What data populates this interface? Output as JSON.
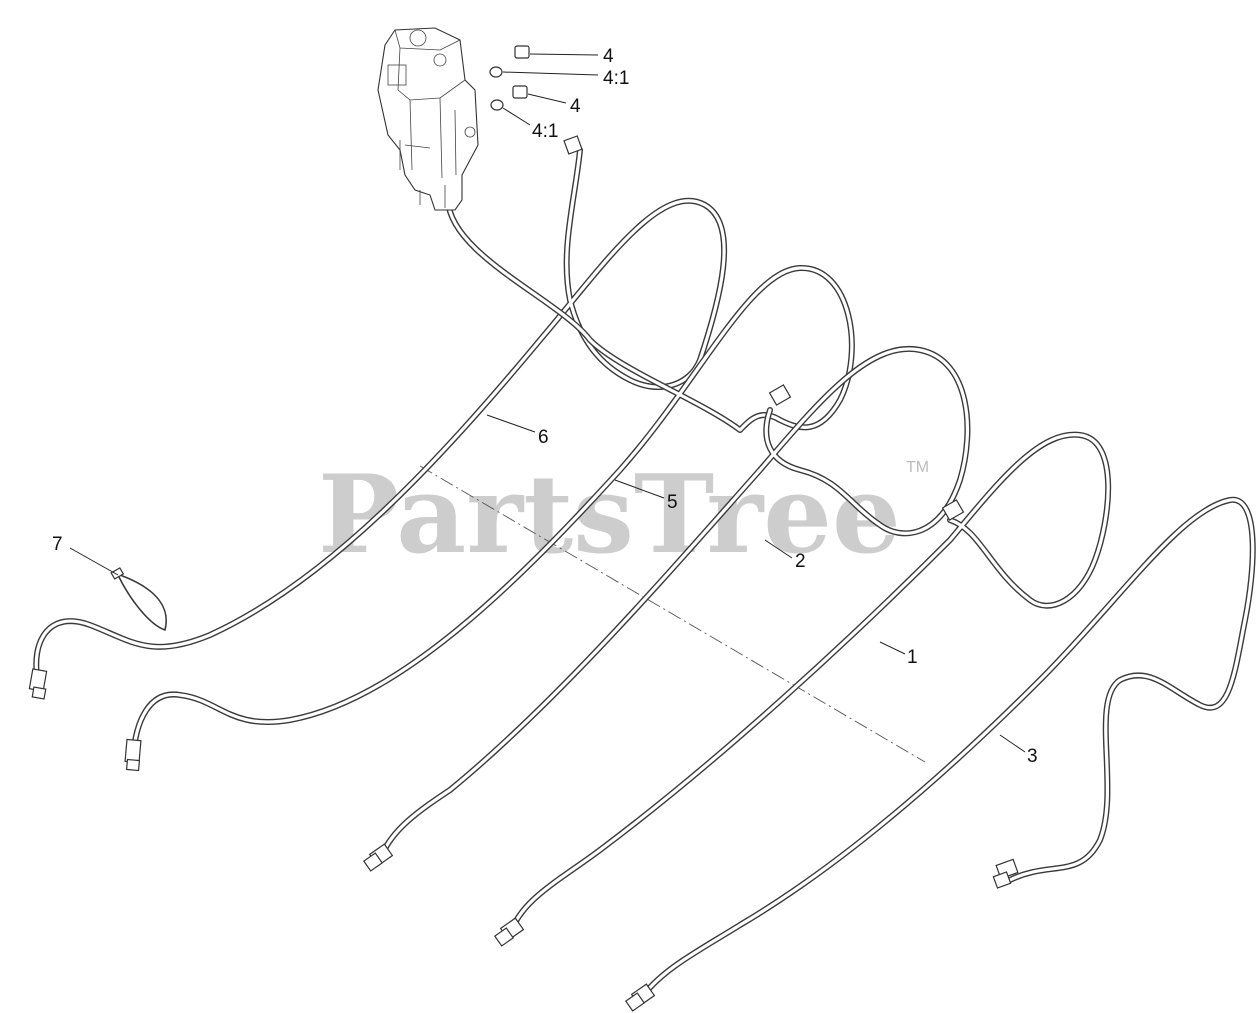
{
  "watermark": {
    "text": "PartsTree",
    "trademark": "TM"
  },
  "callouts": [
    {
      "id": "c4a",
      "label": "4"
    },
    {
      "id": "c41a",
      "label": "4:1"
    },
    {
      "id": "c4b",
      "label": "4"
    },
    {
      "id": "c41b",
      "label": "4:1"
    },
    {
      "id": "c6",
      "label": "6"
    },
    {
      "id": "c5",
      "label": "5"
    },
    {
      "id": "c2",
      "label": "2"
    },
    {
      "id": "c7",
      "label": "7"
    },
    {
      "id": "c1",
      "label": "1"
    },
    {
      "id": "c3",
      "label": "3"
    }
  ],
  "colors": {
    "line": "#3a3a3a",
    "watermark": "#bdbdbd",
    "background": "#ffffff"
  }
}
